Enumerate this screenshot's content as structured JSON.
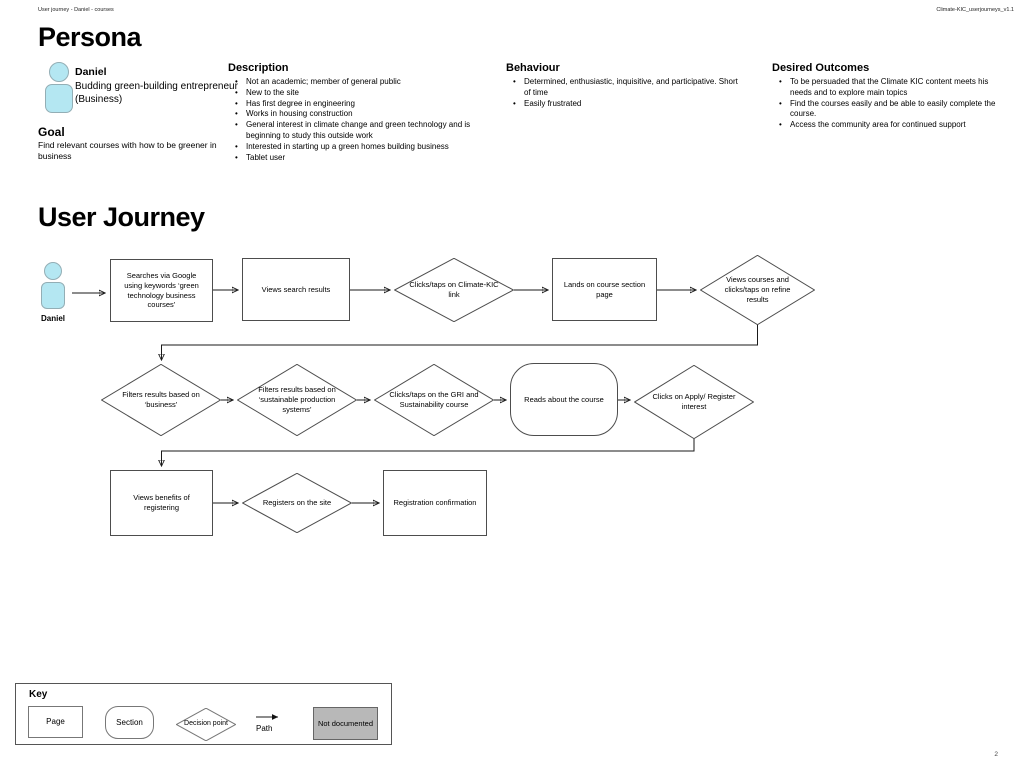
{
  "header": {
    "doc_title": "User journey - Daniel - courses",
    "doc_version": "Climate-KIC_userjourneys_v1.1",
    "page_number": "2"
  },
  "persona": {
    "title": "Persona",
    "name": "Daniel",
    "role": "Budding green-building entrepreneur (Business)",
    "goal_title": "Goal",
    "goal_text": "Find relevant courses with how to be greener in business",
    "description": {
      "title": "Description",
      "bullets": [
        "Not an academic; member of general public",
        "New to the site",
        "Has first degree in engineering",
        "Works in housing construction",
        "General interest in climate change and green technology and is beginning to study this outside work",
        "Interested in starting up a green homes building business",
        "Tablet user"
      ]
    },
    "behaviour": {
      "title": "Behaviour",
      "bullets": [
        "Determined, enthusiastic, inquisitive, and participative. Short of time",
        "Easily frustrated"
      ]
    },
    "desired_outcomes": {
      "title": "Desired Outcomes",
      "bullets": [
        "To be persuaded that the Climate KIC content meets his needs and to explore main topics",
        "Find the courses easily and be able to easily complete the course.",
        "Access the community area for continued support"
      ]
    }
  },
  "journey": {
    "title": "User Journey",
    "actor_label": "Daniel",
    "nodes": [
      {
        "id": "search-google",
        "type": "page",
        "label": "Searches via Google using keywords ‘green technology business courses’"
      },
      {
        "id": "views-search-results",
        "type": "page",
        "label": "Views search results"
      },
      {
        "id": "clicks-climate-kic-link",
        "type": "decision",
        "label": "Clicks/taps on Climate-KIC link"
      },
      {
        "id": "lands-course-section",
        "type": "page",
        "label": "Lands on course section page"
      },
      {
        "id": "views-courses-refine",
        "type": "decision",
        "label": "Views courses and clicks/taps on refine results"
      },
      {
        "id": "filters-business",
        "type": "decision",
        "label": "Filters results based on ‘business’"
      },
      {
        "id": "filters-sustainable",
        "type": "decision",
        "label": "Filters results based on ‘sustainable production systems’"
      },
      {
        "id": "clicks-gri-course",
        "type": "decision",
        "label": "Clicks/taps on the GRI and Sustainability course"
      },
      {
        "id": "reads-about-course",
        "type": "section",
        "label": "Reads about the course"
      },
      {
        "id": "clicks-apply-register",
        "type": "decision",
        "label": "Clicks on Apply/ Register interest"
      },
      {
        "id": "views-benefits",
        "type": "page",
        "label": "Views benefits of registering"
      },
      {
        "id": "registers-on-site",
        "type": "decision",
        "label": "Registers on the site"
      },
      {
        "id": "registration-confirmation",
        "type": "page",
        "label": "Registration confirmation"
      }
    ]
  },
  "key": {
    "title": "Key",
    "page_label": "Page",
    "section_label": "Section",
    "decision_label": "Decision point",
    "path_label": "Path",
    "not_documented_label": "Not documented"
  },
  "colors": {
    "avatar_fill": "#b4e7f2",
    "avatar_stroke": "#93aeb5",
    "shape_stroke": "#4d4d4d",
    "connector": "#1a1a1a",
    "not_documented_fill": "#b8b8b8"
  }
}
